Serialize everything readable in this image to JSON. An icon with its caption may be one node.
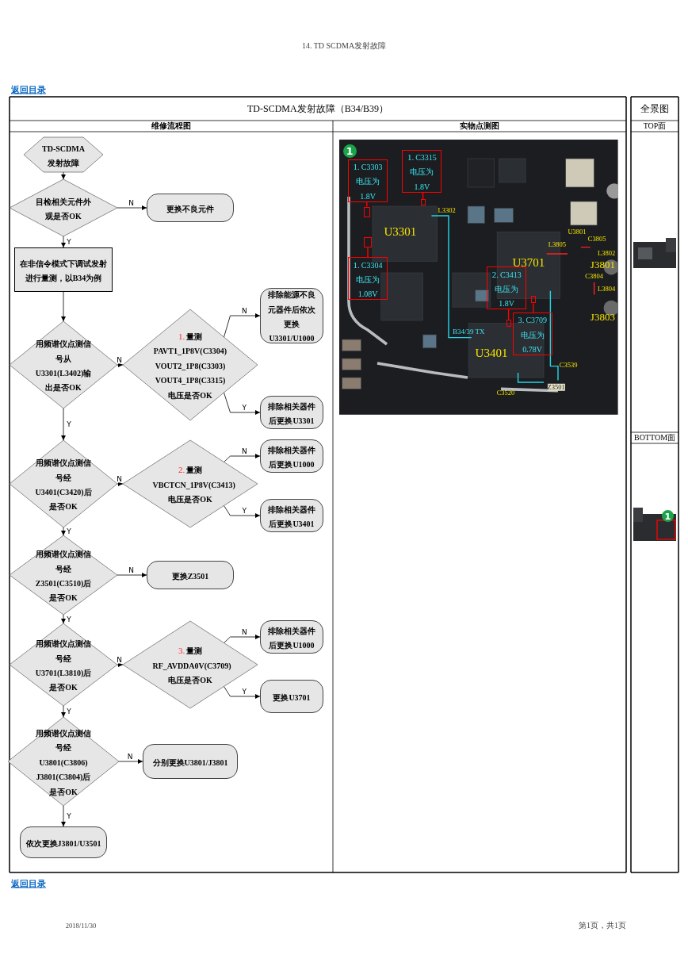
{
  "diagram": {
    "title": "TD-SCDMA发射故障（B34/B39）",
    "nodes": [
      {
        "text": [
          "TD-SCDMA 发射故障"
        ]
      },
      {
        "text": [
          "目检相关元件外观是否OK"
        ]
      },
      {
        "text": [
          "更换不良元件"
        ]
      },
      {
        "text": [
          "在非信令模式下调试发射进行量测，以B34为例"
        ]
      },
      {
        "text": [
          "用频谱仪点测信号从U3301(L3402)输出是否OK"
        ]
      },
      {
        "text": [
          "1.",
          "量测 PAVT1_1P8V(C3304) VOUT2_1P8(C3303) VOUT4_1P8(C3315) 电压是否OK"
        ]
      },
      {
        "text": [
          "排除能源不良元器件后依次更换U3301/U1000"
        ]
      },
      {
        "text": [
          "排除相关器件后更换U3301"
        ]
      },
      {
        "text": [
          "用频谱仪点测信号经U3401(C3420)后是否OK"
        ]
      },
      {
        "text": [
          "2.",
          "量测 VBCTCN_1P8V(C3413) 电压是否OK"
        ]
      },
      {
        "text": [
          "排除相关器件后更换U1000"
        ]
      },
      {
        "text": [
          "排除相关器件后更换U3401"
        ]
      },
      {
        "text": [
          "用频谱仪点测信号经Z3501(C3510)后是否OK"
        ]
      },
      {
        "text": [
          "更换Z3501"
        ]
      },
      {
        "text": [
          "用频谱仪点测信号经U3701(L3810)后是否OK"
        ]
      },
      {
        "text": [
          "3.",
          "量测 RF_AVDDA0V(C3709) 电压是否OK"
        ]
      },
      {
        "text": [
          "排除相关器件后更换U1000"
        ]
      },
      {
        "text": [
          "更换U3701"
        ]
      },
      {
        "text": [
          "用频谱仪点测信号经U3801(C3806) J3801(C3804)后是否OK"
        ]
      },
      {
        "text": [
          "分别更换U3801/J3801"
        ]
      },
      {
        "text": [
          "依次更换J3801/U3501"
        ]
      },
      {
        "text": [
          "1.",
          "C3303 电压为 1.8V"
        ]
      },
      {
        "text": [
          "1.",
          "C3315 电压为 1.8V"
        ]
      },
      {
        "text": [
          "1.",
          "C3304 电压为 1.08V"
        ]
      },
      {
        "text": [
          "2.",
          "C3413 电压为 1.8V"
        ]
      },
      {
        "text": [
          "3.",
          "C3709 电压为 0.78V"
        ]
      },
      {
        "text": [],
        "shape": "box"
      },
      {
        "text": [],
        "shape": "box"
      },
      {
        "text": [],
        "shape": "box"
      },
      {
        "text": [],
        "shape": "box"
      },
      {
        "text": [],
        "shape": "box"
      },
      {
        "text": [
          "1"
        ]
      },
      {
        "text": [
          "1"
        ]
      }
    ],
    "edges": [
      {
        "from": 0,
        "to": 1,
        "arrow": "to"
      },
      {
        "from": 1,
        "to": 2,
        "arrow": "to",
        "label": "N"
      },
      {
        "from": 1,
        "to": 3,
        "arrow": "to",
        "label": "Y"
      },
      {
        "from": 3,
        "to": 4,
        "arrow": "to"
      },
      {
        "from": 4,
        "to": 5,
        "arrow": "to",
        "label": "N"
      },
      {
        "from": 4,
        "to": 8,
        "arrow": "to",
        "label": "Y"
      },
      {
        "from": 5,
        "to": 6,
        "arrow": "to",
        "label": "N"
      },
      {
        "from": 5,
        "to": 7,
        "arrow": "to",
        "label": "Y"
      },
      {
        "from": 8,
        "to": 9,
        "arrow": "to",
        "label": "N"
      },
      {
        "from": 8,
        "to": 12,
        "arrow": "to",
        "label": "Y"
      },
      {
        "from": 9,
        "to": 10,
        "arrow": "to",
        "label": "N"
      },
      {
        "from": 9,
        "to": 11,
        "arrow": "to",
        "label": "Y"
      },
      {
        "from": 12,
        "to": 13,
        "arrow": "to",
        "label": "N"
      },
      {
        "from": 12,
        "to": 14,
        "arrow": "to",
        "label": "Y"
      },
      {
        "from": 14,
        "to": 15,
        "arrow": "to",
        "label": "N"
      },
      {
        "from": 14,
        "to": 18,
        "arrow": "to",
        "label": "Y"
      },
      {
        "from": 15,
        "to": 16,
        "arrow": "to",
        "label": "N"
      },
      {
        "from": 15,
        "to": 17,
        "arrow": "to",
        "label": "Y"
      },
      {
        "from": 18,
        "to": 19,
        "arrow": "to",
        "label": "N"
      },
      {
        "from": 18,
        "to": 20,
        "arrow": "to",
        "label": "Y"
      },
      {
        "from": 21,
        "to": 26,
        "arrow": "none",
        "color": "#ff0000"
      },
      {
        "from": 22,
        "to": 27,
        "arrow": "none",
        "color": "#ff0000"
      },
      {
        "from": 23,
        "to": 28,
        "arrow": "none",
        "color": "#ff0000"
      },
      {
        "from": 24,
        "to": 29,
        "arrow": "none",
        "color": "#ff0000"
      },
      {
        "from": 25,
        "to": 30,
        "arrow": "none",
        "color": "#ff0000"
      }
    ],
    "labels": [
      "14. TD SCDMA发射故障",
      "返回目录",
      "全景图",
      "维修流程图",
      "实物点测图",
      "TOP面",
      "BOTTOM面",
      "L3302",
      "U3801",
      "C3805",
      "L3805",
      "L3802",
      "U3301",
      "U3701",
      "J3801",
      "C3804",
      "L3804",
      "J3803",
      "B34/39 TX",
      "U3401",
      "C3539",
      "C3520",
      "Z3501",
      "返回目录",
      "2018/11/30",
      "第1页，共1页"
    ]
  }
}
